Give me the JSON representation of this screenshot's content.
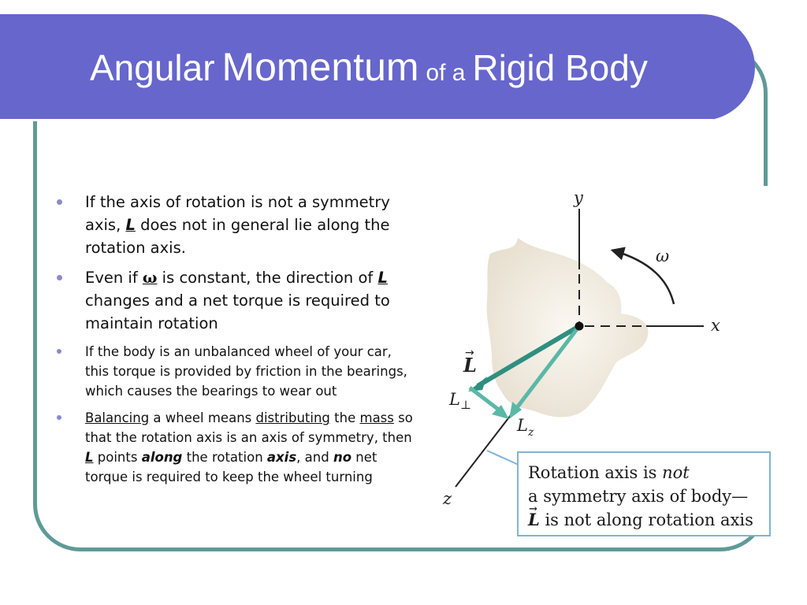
{
  "title": {
    "part1": "Angular",
    "part2": "Momentum",
    "part3": "of a",
    "part4": "Rigid Body"
  },
  "bullets": {
    "b1": {
      "a": "If the axis of rotation is not a symmetry axis, ",
      "sym": "L",
      "b": " does not in general lie along the rotation axis."
    },
    "b2": {
      "a": "Even if ",
      "omega": "ω",
      "b": " is constant, the direction of ",
      "sym": "L",
      "c": " changes and a net torque is required to maintain rotation"
    },
    "b3": {
      "text": "If the body is an unbalanced wheel of your car, this torque is provided by friction in the bearings, which causes the bearings to wear out"
    },
    "b4": {
      "w1": "Balancing",
      "t1": " a wheel means ",
      "w2": "distributing",
      "t2": " the ",
      "w3": "mass",
      "t3": " so that the rotation axis is an axis of symmetry, then ",
      "w4": "L",
      "t4": " points ",
      "w5": "along",
      "t5": " the rotation ",
      "w6": "axis",
      "t6": ", and ",
      "w7": "no",
      "t7": " net torque is required to keep the wheel turning"
    }
  },
  "figure": {
    "y_label": "y",
    "x_label": "x",
    "z_label": "z",
    "omega_label": "ω",
    "L_label": "L",
    "Lperp_label": "L",
    "Lperp_sub": "⊥",
    "Lz_label": "L",
    "Lz_sub": "z",
    "callout": {
      "line1a": "Rotation axis is ",
      "line1b": "not",
      "line2": "a symmetry axis of body—",
      "line3a": "L",
      "line3b": " is not along rotation axis"
    }
  },
  "colors": {
    "title_bar": "#6666cc",
    "frame": "#5f9a98",
    "bullet_dot": "#8a8acc",
    "vector_L": "#3a9a8a",
    "callout_border": "#7fb4d4"
  }
}
